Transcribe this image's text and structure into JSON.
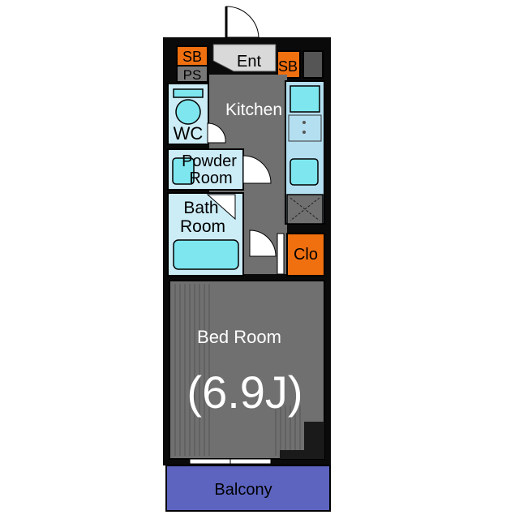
{
  "rooms": {
    "entrance": "Ent",
    "shoe_box_left": "SB",
    "shoe_box_right": "SB",
    "pipe_space": "PS",
    "kitchen": "Kitchen",
    "wc": "WC",
    "powder_room_line1": "Powder",
    "powder_room_line2": "Room",
    "bath_room_line1": "Bath",
    "bath_room_line2": "Room",
    "closet": "Clo",
    "bed_room": "Bed Room",
    "bed_room_size": "(6.9J)",
    "balcony": "Balcony"
  },
  "colors": {
    "wall": "#0a0a0a",
    "floor_grey": "#707070",
    "entrance_floor": "#d9d9d9",
    "storage_orange": "#f07010",
    "fixture_blue": "#7ee6ee",
    "wet_area_blue": "#ccecf6",
    "balcony_blue": "#5c64c0",
    "kitchen_counter": "#b4dff0",
    "dark_grey": "#555555"
  }
}
